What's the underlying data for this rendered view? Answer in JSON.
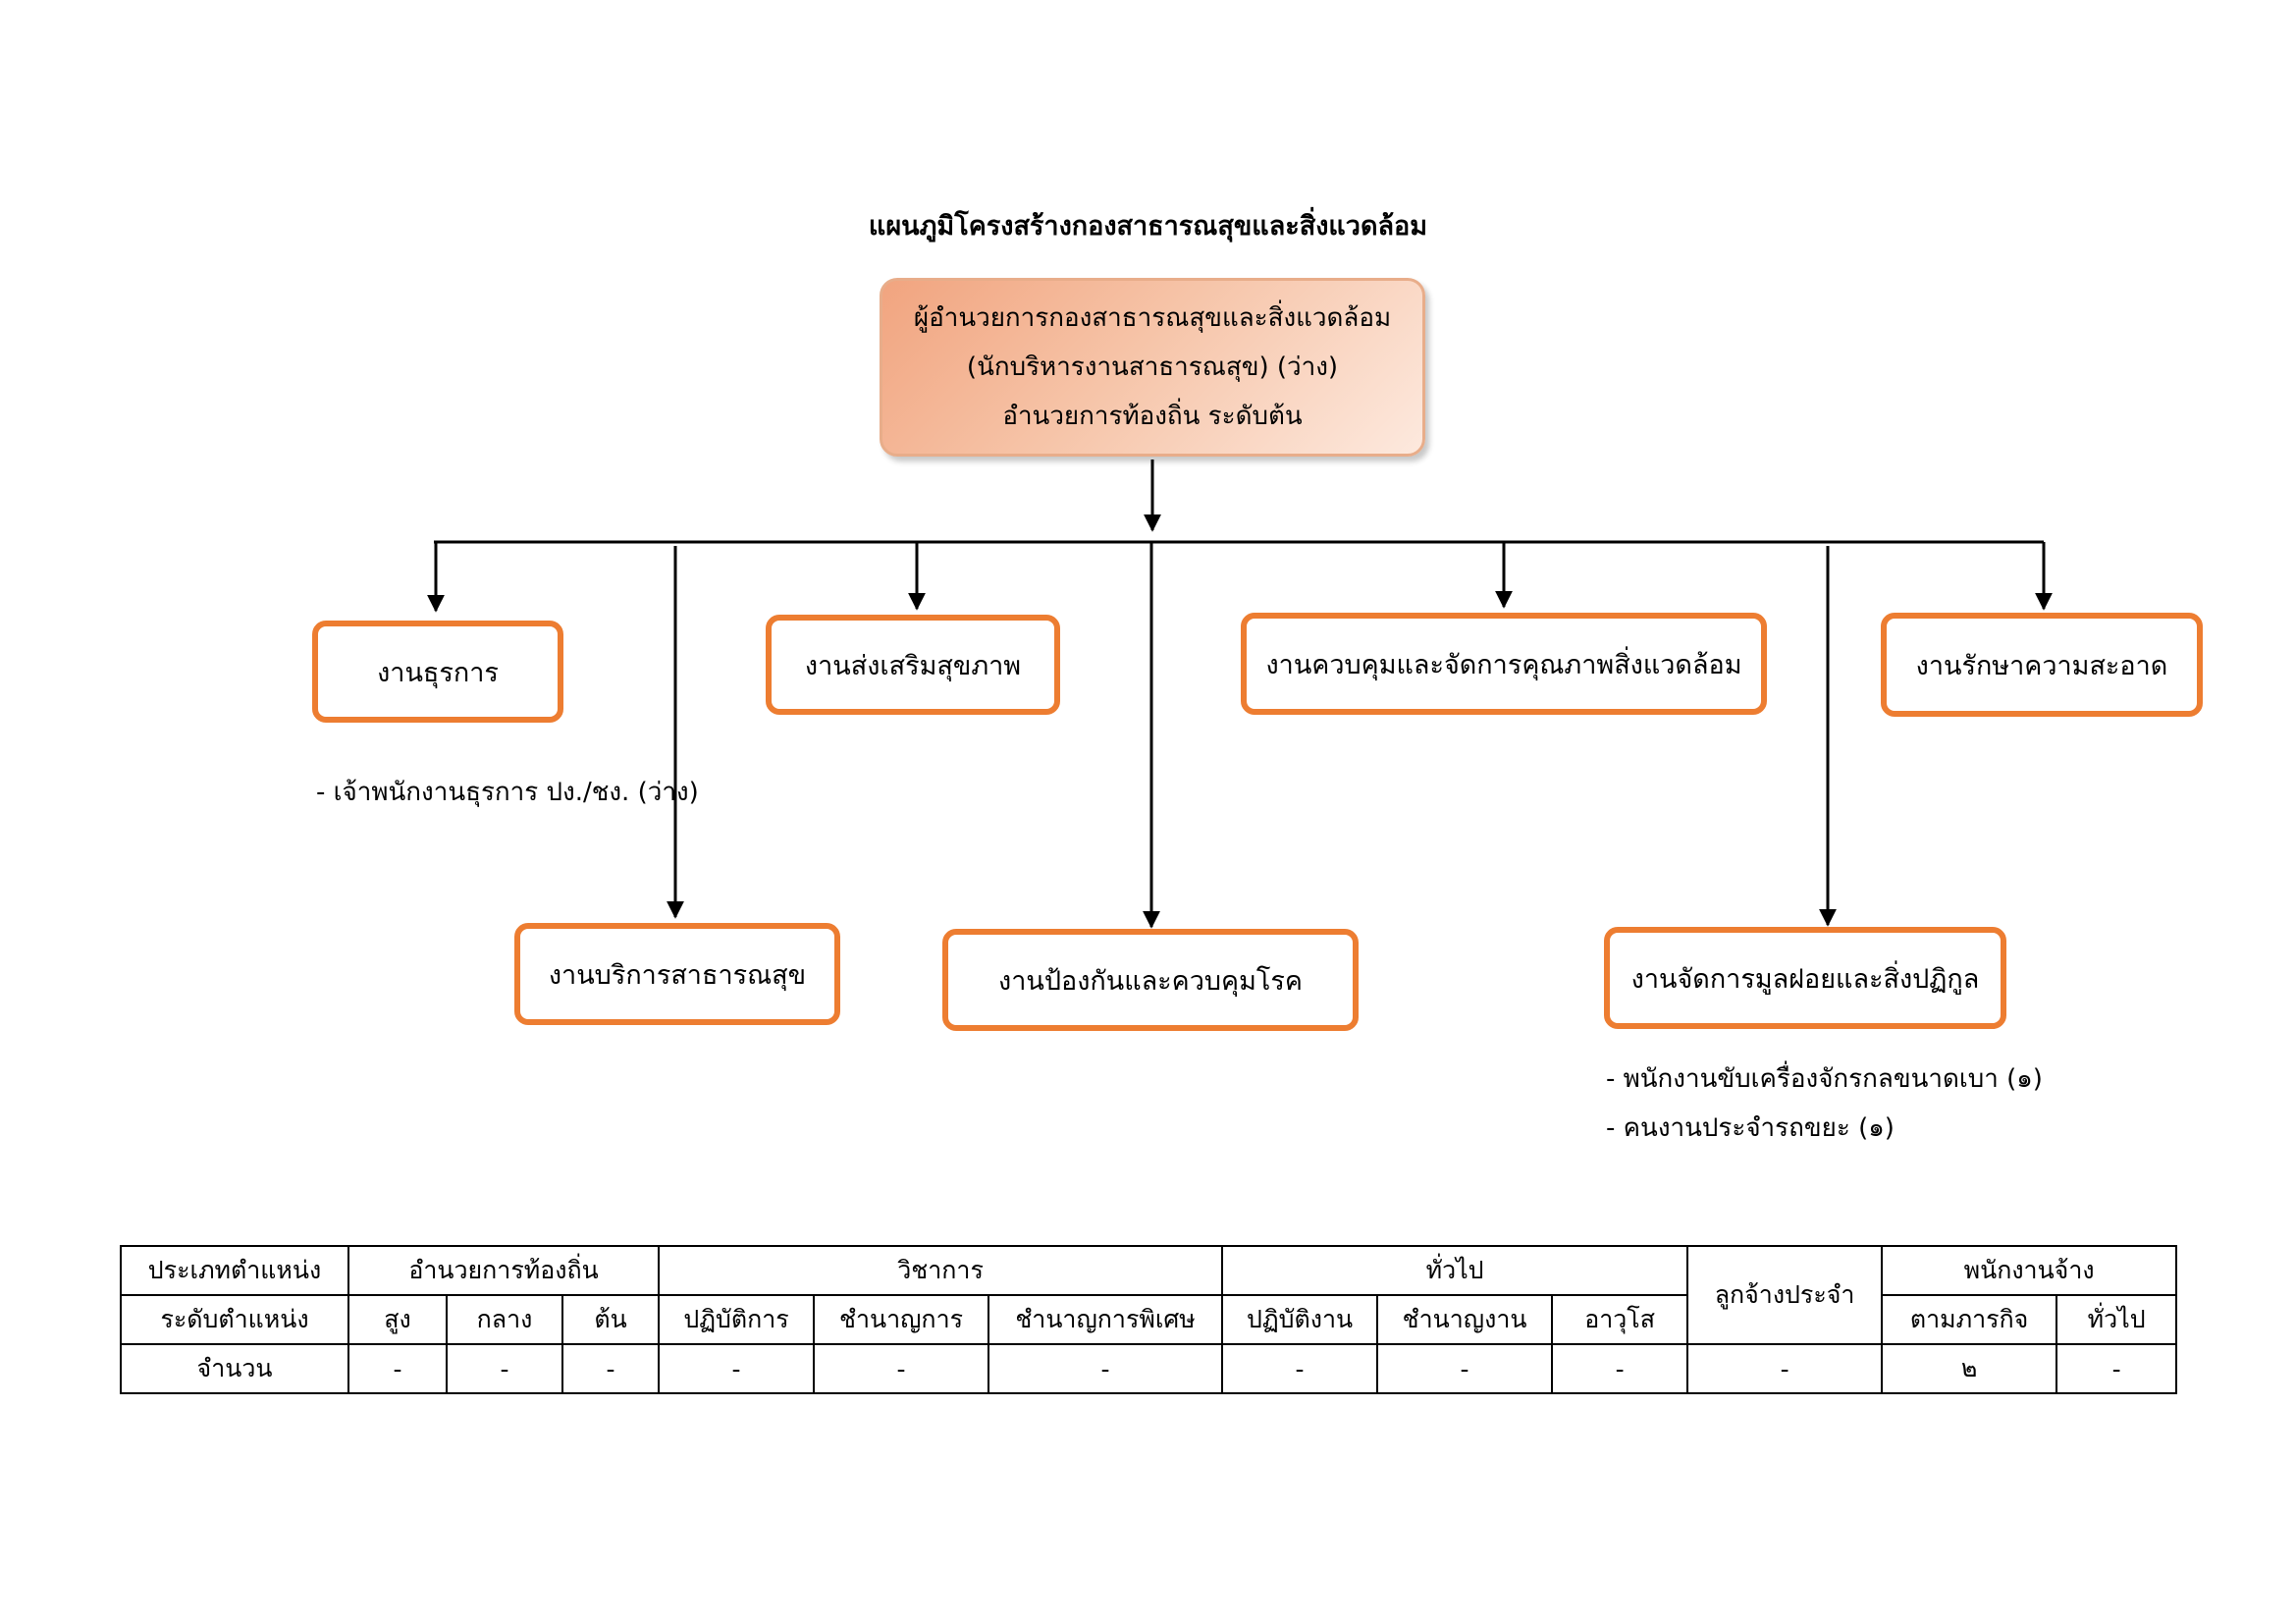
{
  "title": "แผนภูมิโครงสร้างกองสาธารณสุขและสิ่งแวดล้อม",
  "head": {
    "line1": "ผู้อำนวยการกองสาธารณสุขและสิ่งแวดล้อม",
    "line2": "(นักบริหารงานสาธารณสุข) (ว่าง)",
    "line3": "อำนวยการท้องถิ่น ระดับต้น"
  },
  "units": {
    "admin": "งานธุรการ",
    "health_promotion": "งานส่งเสริมสุขภาพ",
    "environment_quality": "งานควบคุมและจัดการคุณภาพสิ่งแวดล้อม",
    "cleaning": "งานรักษาความสะอาด",
    "public_health_service": "งานบริการสาธารณสุข",
    "disease_control": "งานป้องกันและควบคุมโรค",
    "waste_management": "งานจัดการมูลฝอยและสิ่งปฏิกูล"
  },
  "notes": {
    "admin_staff": "- เจ้าพนักงานธุรการ ปง./ชง. (ว่าง)",
    "waste_staff_1": "- พนักงานขับเครื่องจักรกลขนาดเบา (๑)",
    "waste_staff_2": "- คนงานประจำรถขยะ (๑)"
  },
  "colors": {
    "unit_border": "#ed7d31",
    "head_fill_dark": "#f1a47f",
    "head_fill_light": "#fde9de"
  },
  "table": {
    "row1": {
      "type_label": "ประเภทตำแหน่ง",
      "local_admin": "อำนวยการท้องถิ่น",
      "academic": "วิชาการ",
      "general": "ทั่วไป",
      "permanent": "ลูกจ้างประจำ",
      "contract": "พนักงานจ้าง"
    },
    "row2": {
      "level_label": "ระดับตำแหน่ง",
      "levels": [
        "สูง",
        "กลาง",
        "ต้น",
        "ปฏิบัติการ",
        "ชำนาญการ",
        "ชำนาญการพิเศษ",
        "ปฏิบัติงาน",
        "ชำนาญงาน",
        "อาวุโส",
        "ตามภารกิจ",
        "ทั่วไป"
      ]
    },
    "row3": {
      "count_label": "จำนวน",
      "counts": [
        "-",
        "-",
        "-",
        "-",
        "-",
        "-",
        "-",
        "-",
        "-",
        "-",
        "๒",
        "-"
      ]
    }
  }
}
